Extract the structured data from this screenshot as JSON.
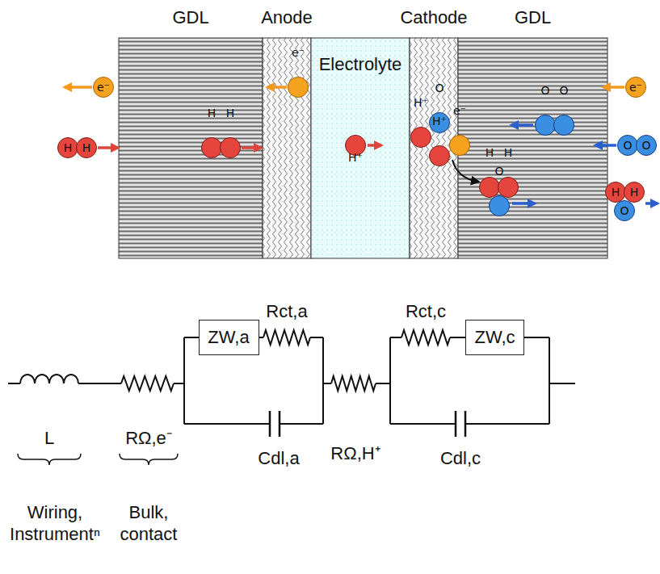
{
  "diagram": {
    "nodes": [
      {
        "text": [
          "GDL"
        ]
      },
      {
        "text": [
          "Anode"
        ]
      },
      {
        "text": [
          "Electrolyte"
        ]
      },
      {
        "text": [
          "Cathode"
        ]
      },
      {
        "text": [
          "GDL"
        ]
      },
      {
        "text": [
          "e⁻"
        ]
      },
      {
        "text": [
          "H"
        ]
      },
      {
        "text": [
          "H"
        ]
      },
      {
        "text": [
          "H"
        ],
        "in": 0
      },
      {
        "text": [
          "H"
        ],
        "in": 0
      },
      {
        "text": [
          "e⁻"
        ],
        "in": 1
      },
      {
        "text": [
          "H⁺"
        ],
        "in": 2
      },
      {
        "text": [
          "H⁺"
        ],
        "in": 3
      },
      {
        "text": [
          "O"
        ],
        "in": 3
      },
      {
        "text": [
          "H⁺"
        ],
        "in": 3
      },
      {
        "text": [
          "e⁻"
        ],
        "in": 3
      },
      {
        "text": [
          "O"
        ],
        "in": 4
      },
      {
        "text": [
          "O"
        ],
        "in": 4
      },
      {
        "text": [
          "H"
        ],
        "in": 4
      },
      {
        "text": [
          "H"
        ],
        "in": 4
      },
      {
        "text": [
          "O"
        ],
        "in": 4
      },
      {
        "text": [
          "e⁻"
        ]
      },
      {
        "text": [
          "O"
        ]
      },
      {
        "text": [
          "O"
        ]
      },
      {
        "text": [
          "H"
        ]
      },
      {
        "text": [
          "H"
        ]
      },
      {
        "text": [
          "O"
        ]
      },
      {
        "text": [
          "ZW,a"
        ]
      },
      {
        "text": [
          "ZW,c"
        ]
      }
    ],
    "labels": [
      "Rct,a",
      "Rct,c",
      "L",
      "RΩ,e⁻",
      "Cdl,a",
      "RΩ,H⁺",
      "Cdl,c",
      "Wiring, Instrumentⁿ",
      "Bulk, contact"
    ]
  }
}
